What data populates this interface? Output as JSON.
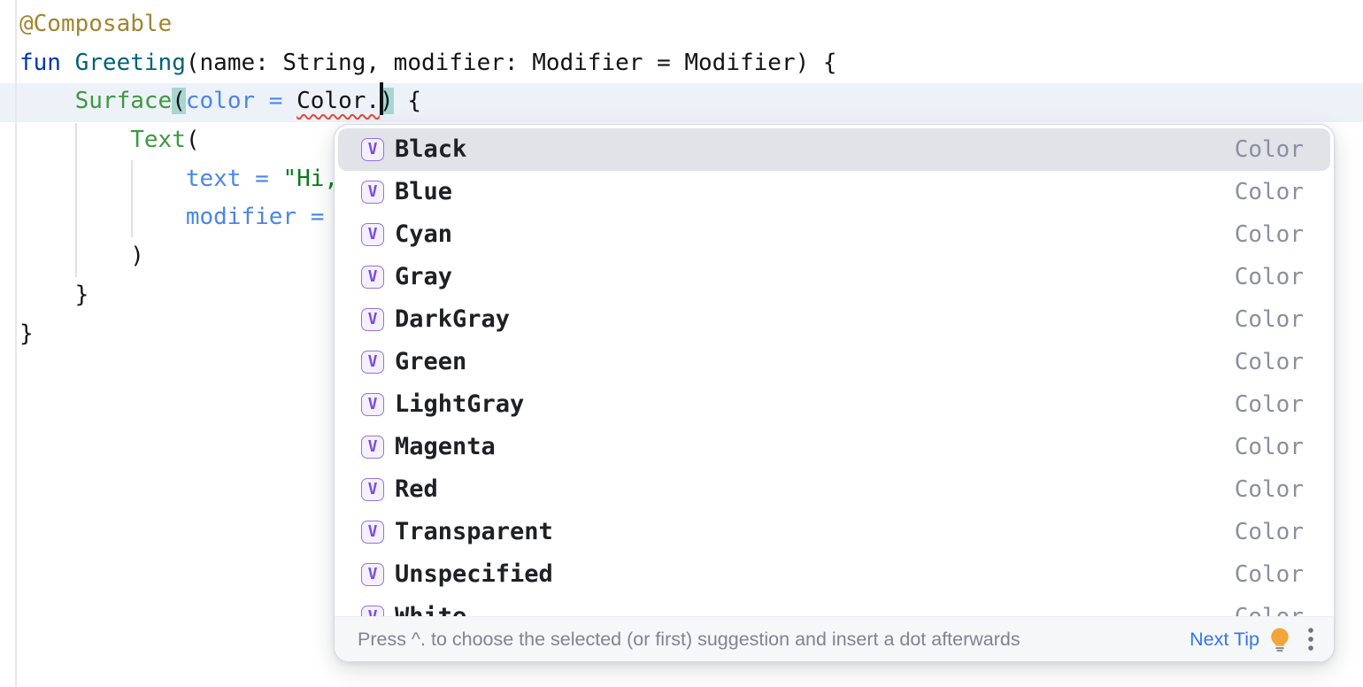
{
  "editor": {
    "lines": [
      {
        "segments": [
          [
            "annotation",
            "@Composable"
          ]
        ]
      },
      {
        "segments": [
          [
            "keyword",
            "fun"
          ],
          [
            "plain",
            " "
          ],
          [
            "fndecl",
            "Greeting"
          ],
          [
            "plain",
            "(name: String, modifier: Modifier = Modifier) {"
          ]
        ]
      },
      {
        "current": true,
        "segments": [
          [
            "plain",
            "    "
          ],
          [
            "composable",
            "Surface"
          ],
          [
            "match",
            "("
          ],
          [
            "namedarg",
            "color"
          ],
          [
            "plain",
            " "
          ],
          [
            "namedarg",
            "="
          ],
          [
            "plain",
            " "
          ],
          [
            "error",
            "Color."
          ],
          [
            "caret",
            ""
          ],
          [
            "match",
            ")"
          ],
          [
            "plain",
            " {"
          ]
        ]
      },
      {
        "segments": [
          [
            "plain",
            "        "
          ],
          [
            "composable",
            "Text"
          ],
          [
            "plain",
            "("
          ]
        ]
      },
      {
        "segments": [
          [
            "plain",
            "            "
          ],
          [
            "namedarg",
            "text"
          ],
          [
            "plain",
            " "
          ],
          [
            "namedarg",
            "="
          ],
          [
            "plain",
            " "
          ],
          [
            "string",
            "\"Hi,"
          ]
        ]
      },
      {
        "segments": [
          [
            "plain",
            "            "
          ],
          [
            "namedarg",
            "modifier"
          ],
          [
            "plain",
            " "
          ],
          [
            "namedarg",
            "="
          ],
          [
            "plain",
            " "
          ]
        ]
      },
      {
        "segments": [
          [
            "plain",
            "        )"
          ]
        ]
      },
      {
        "segments": [
          [
            "plain",
            "    }"
          ]
        ]
      },
      {
        "segments": [
          [
            "plain",
            "}"
          ]
        ]
      }
    ]
  },
  "completion_popup": {
    "items": [
      {
        "icon": "V",
        "name": "Black",
        "type": "Color",
        "selected": true
      },
      {
        "icon": "V",
        "name": "Blue",
        "type": "Color",
        "selected": false
      },
      {
        "icon": "V",
        "name": "Cyan",
        "type": "Color",
        "selected": false
      },
      {
        "icon": "V",
        "name": "Gray",
        "type": "Color",
        "selected": false
      },
      {
        "icon": "V",
        "name": "DarkGray",
        "type": "Color",
        "selected": false
      },
      {
        "icon": "V",
        "name": "Green",
        "type": "Color",
        "selected": false
      },
      {
        "icon": "V",
        "name": "LightGray",
        "type": "Color",
        "selected": false
      },
      {
        "icon": "V",
        "name": "Magenta",
        "type": "Color",
        "selected": false
      },
      {
        "icon": "V",
        "name": "Red",
        "type": "Color",
        "selected": false
      },
      {
        "icon": "V",
        "name": "Transparent",
        "type": "Color",
        "selected": false
      },
      {
        "icon": "V",
        "name": "Unspecified",
        "type": "Color",
        "selected": false
      },
      {
        "icon": "V",
        "name": "White",
        "type": "Color",
        "selected": false
      }
    ],
    "hint_bar": {
      "message": "Press ^. to choose the selected (or first) suggestion and insert a dot afterwards",
      "action_label": "Next Tip"
    }
  },
  "colors": {
    "accent_blue": "#3574F0",
    "annotation": "#A1852E",
    "keyword": "#0033B3",
    "function_decl": "#00627A",
    "composable_call": "#3C9940",
    "named_argument": "#4A86E8",
    "string": "#067D17",
    "error_squiggle": "#E04937",
    "current_line": "#EDF2F9",
    "brace_match": "#A8D5D2",
    "selected_item_bg": "#E1E3E8",
    "icon_purple": "#7A4BE8",
    "type_label": "#8B8FA0",
    "hint_text": "#7E8494",
    "bulb_amber": "#F2A53B"
  }
}
